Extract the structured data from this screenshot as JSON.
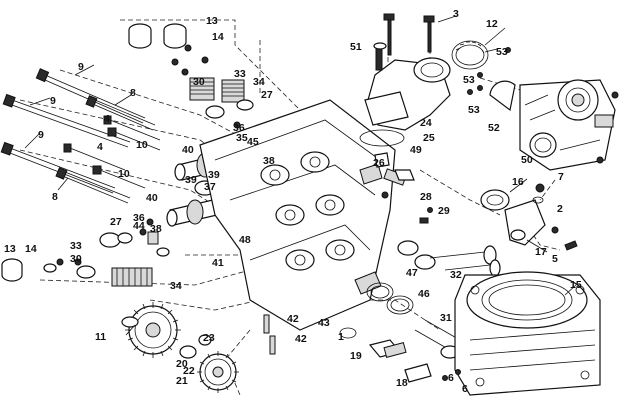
{
  "callouts": [
    "1",
    "2",
    "3",
    "4",
    "5",
    "6",
    "7",
    "8",
    "9",
    "10",
    "11",
    "12",
    "13",
    "14",
    "15",
    "16",
    "17",
    "18",
    "19",
    "20",
    "21",
    "22",
    "23",
    "24",
    "25",
    "26",
    "27",
    "28",
    "29",
    "30",
    "31",
    "32",
    "33",
    "34",
    "35",
    "36",
    "37",
    "38",
    "39",
    "40",
    "41",
    "42",
    "43",
    "44",
    "45",
    "46",
    "47",
    "48",
    "49",
    "50",
    "51",
    "52",
    "53"
  ],
  "colors": {
    "ink": "#111111",
    "paper": "#ffffff",
    "fill_grey": "#d9d9d9"
  }
}
